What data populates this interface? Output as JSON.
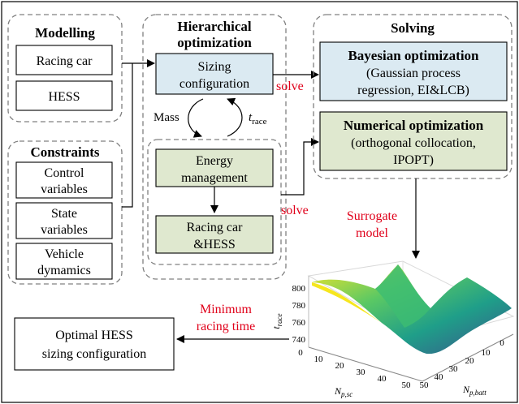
{
  "modelling": {
    "title": "Modelling",
    "items": [
      "Racing car",
      "HESS"
    ]
  },
  "constraints": {
    "title": "Constraints",
    "items": [
      [
        "Control",
        "variables"
      ],
      [
        "State",
        "variables"
      ],
      [
        "Vehicle",
        "dymamics"
      ]
    ]
  },
  "hierarchical": {
    "title": [
      "Hierarchical",
      "optimization"
    ],
    "sizing": [
      "Sizing",
      "configuration"
    ],
    "mass_label": "Mass",
    "trace_label": {
      "base": "t",
      "sub": "race"
    },
    "energy": [
      "Energy",
      "management"
    ],
    "racing": [
      "Racing car",
      "&HESS"
    ]
  },
  "solving": {
    "title": "Solving",
    "bayesian": {
      "title": "Bayesian optimization",
      "lines": [
        "(Gaussian process",
        "regression, EI&LCB)"
      ]
    },
    "numerical": {
      "title": "Numerical optimization",
      "lines": [
        "(orthogonal collocation,",
        "IPOPT)"
      ]
    }
  },
  "edge_labels": {
    "solve_top": "solve",
    "solve_bottom": "solve",
    "surrogate": [
      "Surrogate",
      "model"
    ],
    "minimum": [
      "Minimum",
      "racing time"
    ]
  },
  "output": {
    "lines": [
      "Optimal HESS",
      "sizing configuration"
    ]
  },
  "plot": {
    "z_axis_label": {
      "base": "t",
      "sub": "race"
    },
    "x_axis_label": {
      "base": "N",
      "sub": "p,sc"
    },
    "y_axis_label": {
      "base": "N",
      "sub": "p,batt"
    },
    "z_ticks": [
      "800",
      "780",
      "760",
      "740"
    ],
    "x_ticks": [
      "0",
      "10",
      "20",
      "30",
      "40",
      "50"
    ],
    "y_ticks": [
      "0",
      "10",
      "20",
      "30",
      "40",
      "50"
    ]
  },
  "colors": {
    "blue_box": "#dbeaf2",
    "green_box": "#dfe8cf",
    "red_text": "#e0001a",
    "dashed_border": "#808080"
  }
}
